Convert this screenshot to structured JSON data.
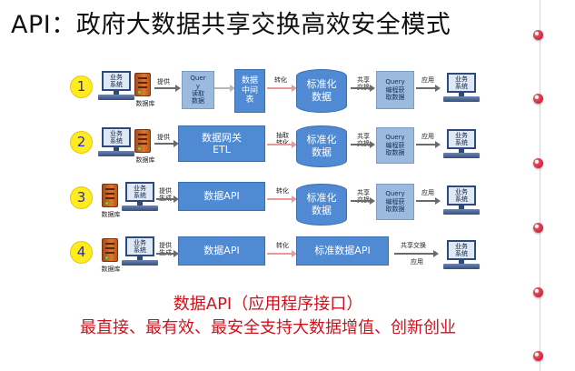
{
  "title": "API：政府大数据共享交换高效安全模式",
  "labels": {
    "business_system": "业务\n系统",
    "database": "数据库",
    "provide": "提供",
    "provide_generate": "提供\n生成",
    "transform": "转化",
    "extract_transform": "抽取\n转化",
    "share_exchange": "共享\n交换",
    "share_exchange_inline": "共享交换",
    "apply": "应用"
  },
  "rows": [
    {
      "num": "1",
      "query_read": "Quer\ny\n读取\n数据",
      "middle_table": "数据\n中间\n表",
      "standard_data": "标准化\n数据",
      "query_program": "Query\n编程获\n取数据"
    },
    {
      "num": "2",
      "gateway": "数据网关\nETL",
      "standard_data": "标准化\n数据",
      "query_program": "Query\n编程获\n取数据"
    },
    {
      "num": "3",
      "data_api": "数据API",
      "standard_data": "标准化\n数据",
      "query_program": "Query\n编程获\n取数据"
    },
    {
      "num": "4",
      "data_api": "数据API",
      "standard_api": "标准数据API"
    }
  ],
  "footer": {
    "line1": "数据API（应用程序接口）",
    "line2": "最直接、最有效、最安全支持大数据增值、创新创业"
  },
  "colors": {
    "title": "#111111",
    "box_blue": "#4f8ad3",
    "box_light": "#9cb9de",
    "number_circle": "#ffec20",
    "footer_red": "#d1111c",
    "pin_red": "#c8192f"
  }
}
